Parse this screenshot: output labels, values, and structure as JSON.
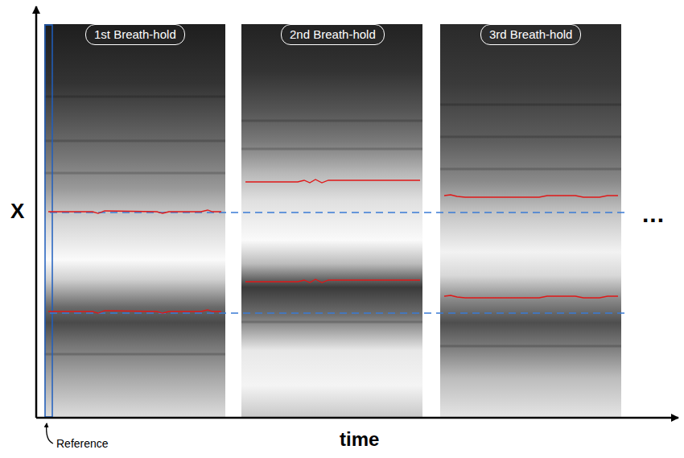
{
  "diagram": {
    "nodes": [
      {
        "text": [
          "1st Breath-hold"
        ]
      },
      {
        "text": [
          "2nd Breath-hold"
        ]
      },
      {
        "text": [
          "3rd Breath-hold"
        ]
      }
    ],
    "labels": [
      "X",
      "time",
      "Reference",
      "..."
    ]
  }
}
